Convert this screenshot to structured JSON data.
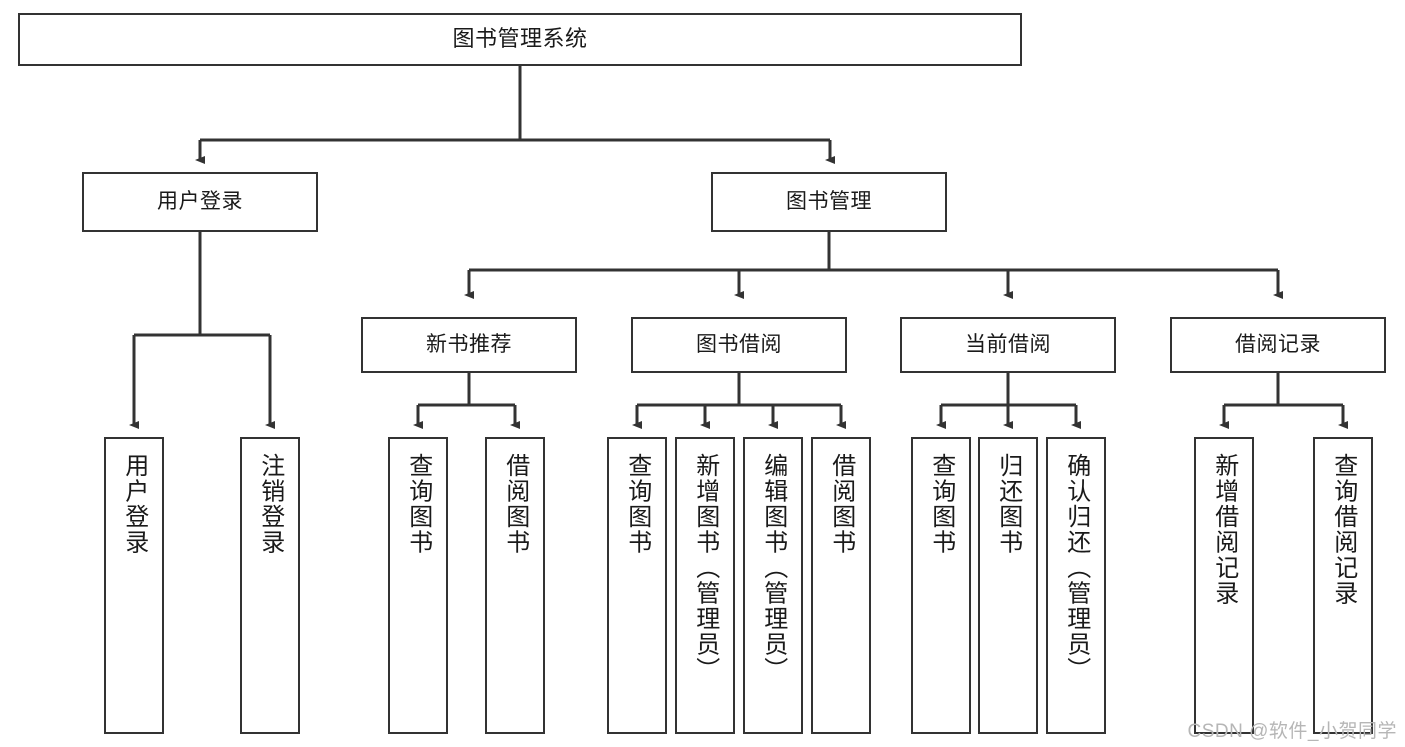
{
  "diagram": {
    "title": "图书管理系统",
    "type": "tree-hierarchy",
    "orientation": "top-down",
    "colors": {
      "box_border": "#333333",
      "box_fill": "#ffffff",
      "connector": "#333333",
      "text": "#1a1a1a",
      "watermark": "#b6b6b6",
      "canvas": "#ffffff"
    }
  },
  "watermark": {
    "text": "CSDN @软件_小贺同学"
  },
  "nodes": {
    "root": {
      "label": "图书管理系统",
      "level": 0
    },
    "l1": [
      {
        "id": "user-login",
        "label": "用户登录",
        "level": 1
      },
      {
        "id": "book-manage",
        "label": "图书管理",
        "level": 1
      }
    ],
    "l2": [
      {
        "id": "new-book-recommend",
        "label": "新书推荐",
        "level": 2,
        "parent": "book-manage"
      },
      {
        "id": "book-borrow",
        "label": "图书借阅",
        "level": 2,
        "parent": "book-manage"
      },
      {
        "id": "current-borrow",
        "label": "当前借阅",
        "level": 2,
        "parent": "book-manage"
      },
      {
        "id": "borrow-record",
        "label": "借阅记录",
        "level": 2,
        "parent": "book-manage"
      }
    ],
    "leaves": [
      {
        "id": "leaf-user-login",
        "label": "用户登录",
        "parent": "user-login"
      },
      {
        "id": "leaf-logout-login",
        "label": "注销登录",
        "parent": "user-login"
      },
      {
        "id": "leaf-query-book-1",
        "label": "查询图书",
        "parent": "new-book-recommend"
      },
      {
        "id": "leaf-borrow-book-1",
        "label": "借阅图书",
        "parent": "new-book-recommend"
      },
      {
        "id": "leaf-query-book-2",
        "label": "查询图书",
        "parent": "book-borrow"
      },
      {
        "id": "leaf-add-book",
        "label": "新增图书（管理员）",
        "parent": "book-borrow"
      },
      {
        "id": "leaf-edit-book",
        "label": "编辑图书（管理员）",
        "parent": "book-borrow"
      },
      {
        "id": "leaf-borrow-book-2",
        "label": "借阅图书",
        "parent": "book-borrow"
      },
      {
        "id": "leaf-query-book-3",
        "label": "查询图书",
        "parent": "current-borrow"
      },
      {
        "id": "leaf-return-book",
        "label": "归还图书",
        "parent": "current-borrow"
      },
      {
        "id": "leaf-confirm-return",
        "label": "确认归还（管理员）",
        "parent": "current-borrow"
      },
      {
        "id": "leaf-add-record",
        "label": "新增借阅记录",
        "parent": "borrow-record"
      },
      {
        "id": "leaf-query-record",
        "label": "查询借阅记录",
        "parent": "borrow-record"
      }
    ]
  }
}
